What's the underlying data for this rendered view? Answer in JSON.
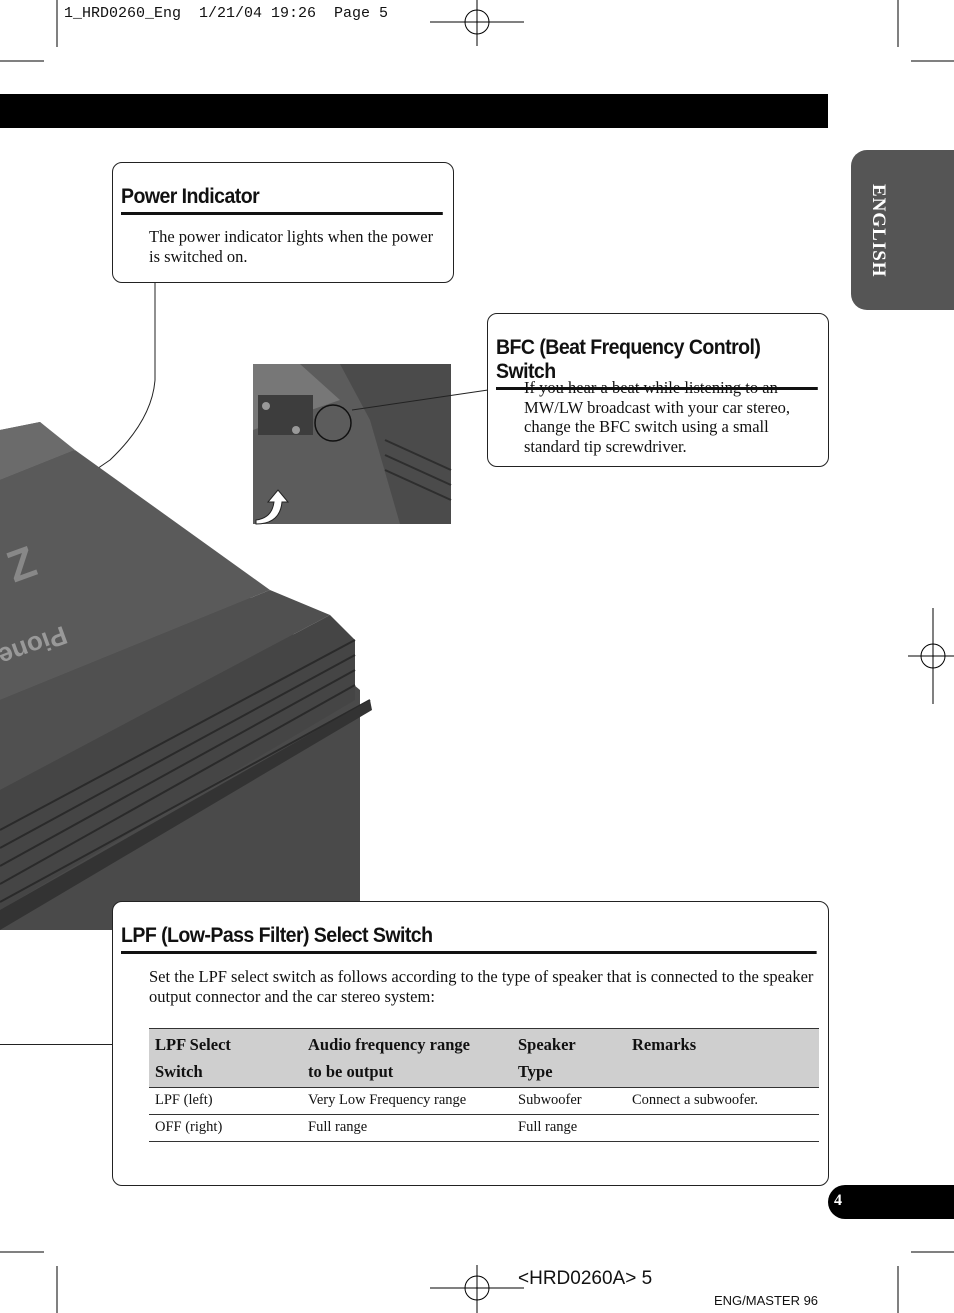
{
  "slug_line": "1_HRD0260_Eng  1/21/04 19:26  Page 5",
  "side_tab": "ENGLISH",
  "power_indicator": {
    "title": "Power Indicator",
    "text": "The power indicator lights when the power is switched on."
  },
  "bfc": {
    "title": "BFC (Beat Frequency Control) Switch",
    "text": "If you hear a beat while listening to an MW/LW broadcast with your car stereo, change the BFC switch using a small standard tip screwdriver."
  },
  "lpf": {
    "title": "LPF (Low-Pass Filter) Select Switch",
    "text": "Set the LPF select switch as follows according to the type of speaker that is connected to the speaker output connector and the car stereo system:",
    "table": {
      "headers": [
        [
          "LPF Select",
          "Switch"
        ],
        [
          "Audio frequency range",
          "to be output"
        ],
        [
          "Speaker",
          "Type"
        ],
        [
          "Remarks",
          ""
        ]
      ],
      "rows": [
        [
          "LPF (left)",
          "Very Low Frequency range",
          "Subwoofer",
          "Connect a subwoofer."
        ],
        [
          "OFF (right)",
          "Full range",
          "Full range",
          ""
        ]
      ]
    }
  },
  "page_number": "4",
  "footer_code": "<HRD0260A> 5",
  "footer_master": "ENG/MASTER 96",
  "colors": {
    "tab": "#555555",
    "table_header": "#cfcfcf",
    "bar": "#000000"
  }
}
